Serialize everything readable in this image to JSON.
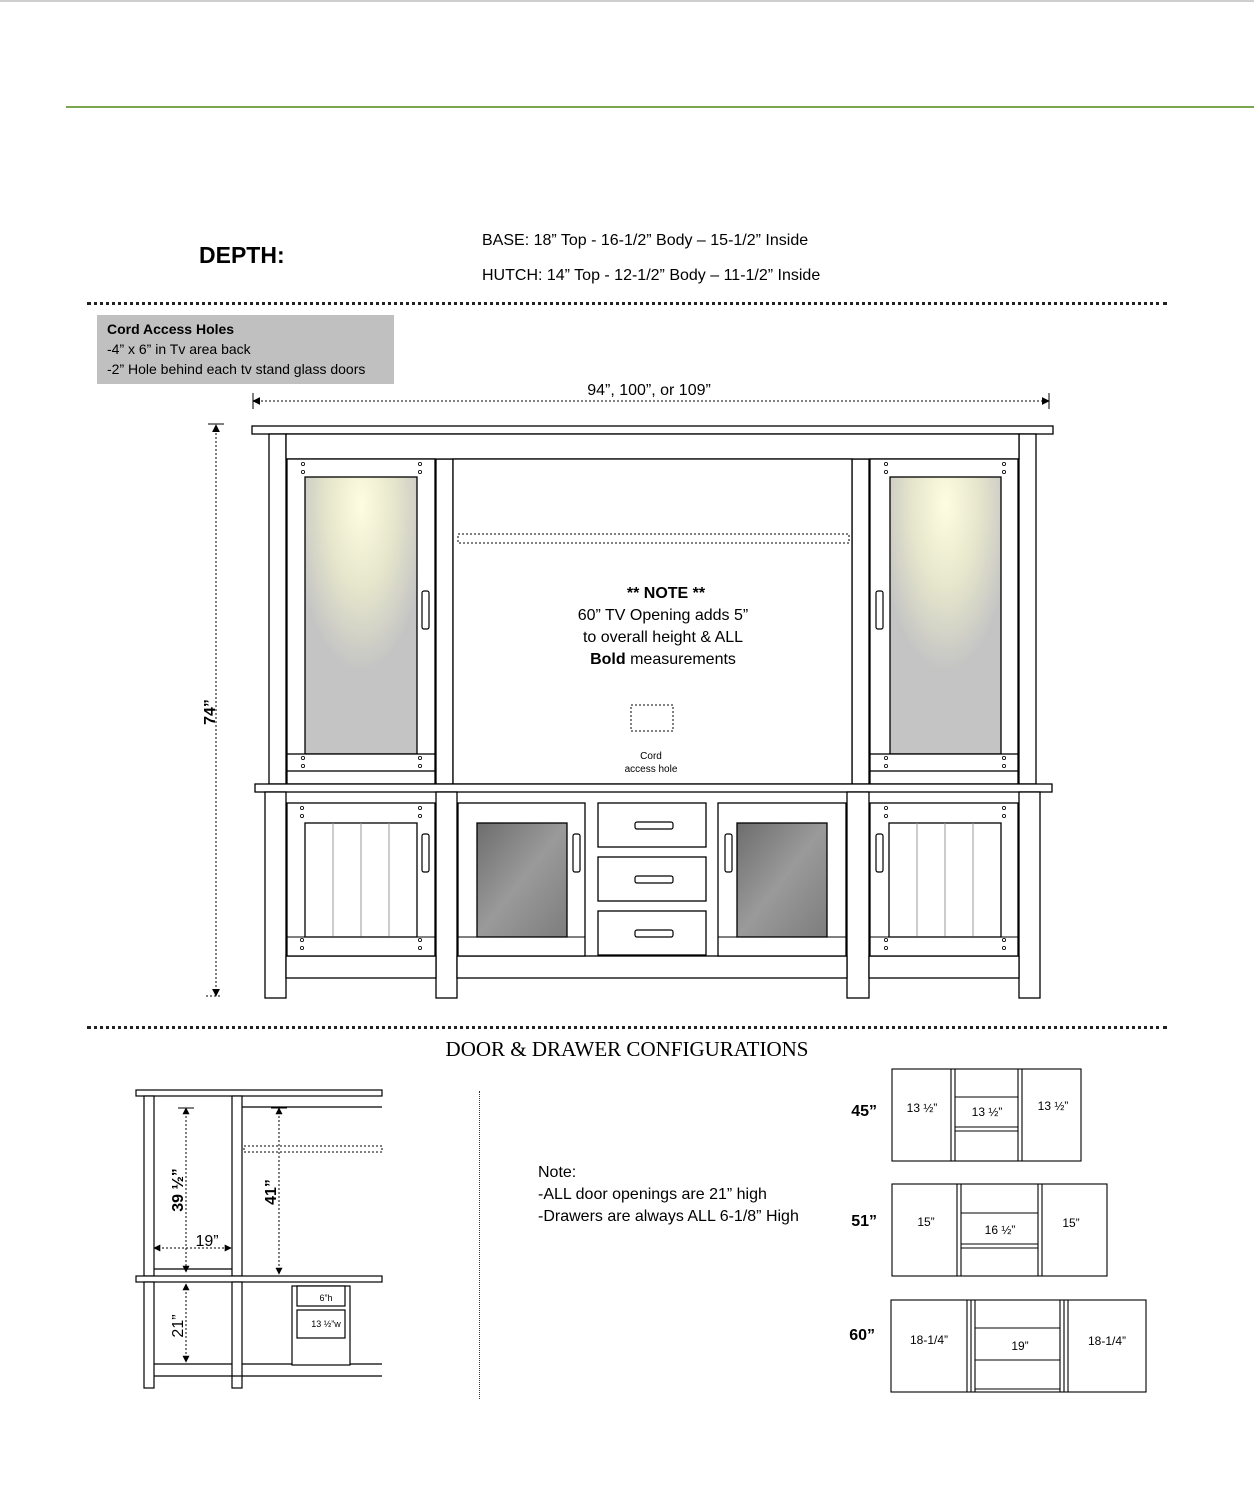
{
  "colors": {
    "accent_green": "#7aa650",
    "cord_box_bg": "#c0c0c0",
    "glass": "#c4c4c4"
  },
  "depth": {
    "title": "DEPTH:",
    "base": "BASE: 18” Top - 16-1/2” Body – 15-1/2” Inside",
    "hutch": "HUTCH: 14” Top - 12-1/2” Body – 11-1/2” Inside"
  },
  "cord_access": {
    "title": "Cord Access Holes",
    "lines": [
      "-4” x 6” in Tv area back",
      "-2” Hole behind each tv stand glass doors"
    ]
  },
  "main_drawing": {
    "width_label": "94”, 100”, or 109”",
    "height_label": "74”",
    "note_title": "** NOTE **",
    "note_line1": "60” TV Opening adds 5”",
    "note_line2": "to overall height & ALL",
    "note_bold": "Bold",
    "note_line3_rest": " measurements",
    "cord_label_1": "Cord",
    "cord_label_2": "access hole"
  },
  "configurations": {
    "title": "DOOR & DRAWER CONFIGURATIONS",
    "side_view": {
      "label_39": "39 ½”",
      "label_41": "41”",
      "label_19": "19”",
      "label_21": "21”",
      "label_6h": "6”h",
      "label_13w": "13 ½”w"
    },
    "note": {
      "heading": "Note:",
      "line1": "-ALL door openings are 21” high",
      "line2": "-Drawers are always ALL 6-1/8” High"
    },
    "options": [
      {
        "size": "45”",
        "left": "13 ½”",
        "center": "13 ½”",
        "right": "13 ½”"
      },
      {
        "size": "51”",
        "left": "15”",
        "center": "16 ½”",
        "right": "15”"
      },
      {
        "size": "60”",
        "left": "18-1/4”",
        "center": "19”",
        "right": "18-1/4”"
      }
    ]
  }
}
